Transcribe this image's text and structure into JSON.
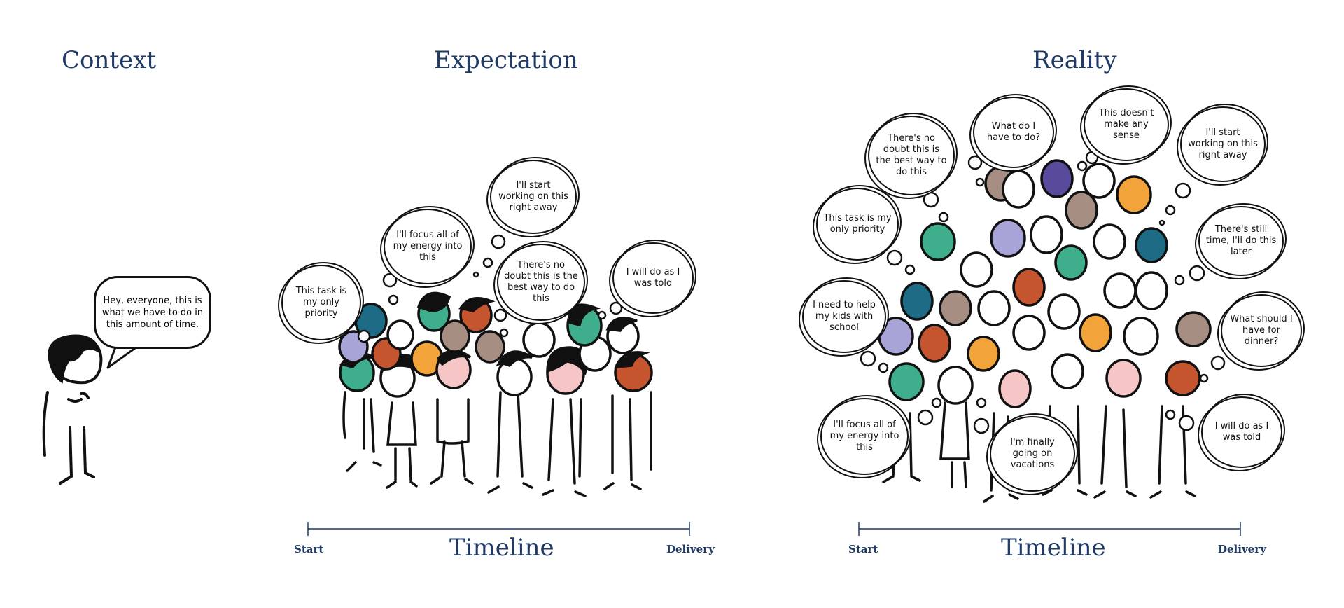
{
  "headings": {
    "context": "Context",
    "expectation": "Expectation",
    "reality": "Reality"
  },
  "context": {
    "speech": "Hey, everyone, this is what we have to do in this amount of time."
  },
  "expectation": {
    "thoughts": [
      "This task is my only priority",
      "I'll focus all of my energy into this",
      "I'll start working on this right away",
      "There's no doubt this is the best way to do this",
      "I will do as I was told"
    ],
    "timeline": {
      "title": "Timeline",
      "start": "Start",
      "end": "Delivery"
    }
  },
  "reality": {
    "thoughts": [
      "There's no doubt this is the best way to do this",
      "What do I have to do?",
      "This doesn't make any sense",
      "I'll start working on this right away",
      "This task is my only priority",
      "There's still time, I'll do this later",
      "I need to help my kids with school",
      "What should I have for dinner?",
      "I'll focus all of my energy into this",
      "I'm finally going on vacations",
      "I will do as I was told"
    ],
    "timeline": {
      "title": "Timeline",
      "start": "Start",
      "end": "Delivery"
    }
  },
  "colors": {
    "heading": "#1f3a66",
    "ink": "#111111",
    "teal": "#3fae8c",
    "navy_teal": "#1e6b86",
    "lavender": "#a9a4d8",
    "purple": "#5a4a9c",
    "orange": "#f2a43a",
    "rust": "#c4552f",
    "taupe": "#a68e82",
    "pink": "#f6c6c6"
  }
}
